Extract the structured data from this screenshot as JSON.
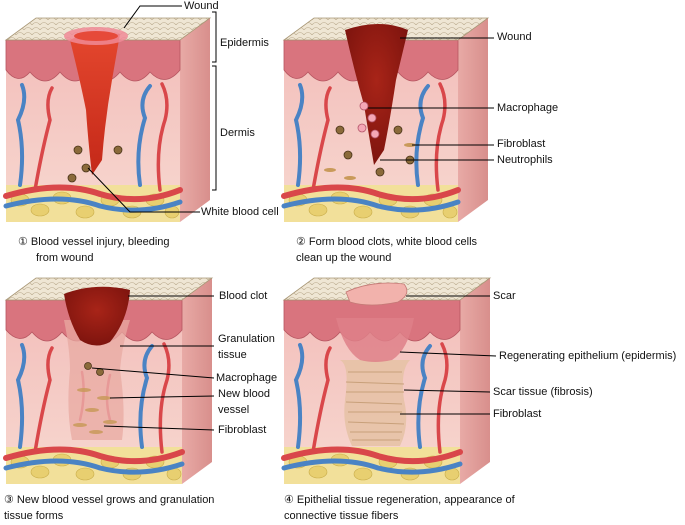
{
  "panels": [
    {
      "caption_line1": "① Blood vessel injury, bleeding",
      "caption_line2": "from wound",
      "labels": {
        "wound": "Wound",
        "epidermis": "Epidermis",
        "dermis": "Dermis",
        "white_blood_cell": "White blood cell"
      }
    },
    {
      "caption_line1": "② Form blood clots, white blood cells",
      "caption_line2": "clean up the wound",
      "labels": {
        "wound": "Wound",
        "macrophage": "Macrophage",
        "fibroblast": "Fibroblast",
        "neutrophils": "Neutrophils"
      }
    },
    {
      "caption_line1": "③ New blood vessel grows and granulation",
      "caption_line2": "tissue forms",
      "labels": {
        "blood_clot": "Blood clot",
        "granulation_1": "Granulation",
        "granulation_2": "tissue",
        "macrophage": "Macrophage",
        "new_vessel_1": "New blood",
        "new_vessel_2": "vessel",
        "fibroblast": "Fibroblast"
      }
    },
    {
      "caption_line1": "④ Epithelial tissue regeneration, appearance of",
      "caption_line2": "connective tissue fibers",
      "labels": {
        "scar": "Scar",
        "regenerating_epithelium": "Regenerating epithelium (epidermis)",
        "scar_tissue": "Scar tissue (fibrosis)",
        "fibroblast": "Fibroblast"
      }
    }
  ],
  "colors": {
    "skin_surface": "#efe3cf",
    "epidermis": "#d97a82",
    "dermis": "#f5c7c2",
    "blood": "#c8321e",
    "artery": "#d9474a",
    "vein": "#4a83c4",
    "fat": "#f3e39a"
  }
}
